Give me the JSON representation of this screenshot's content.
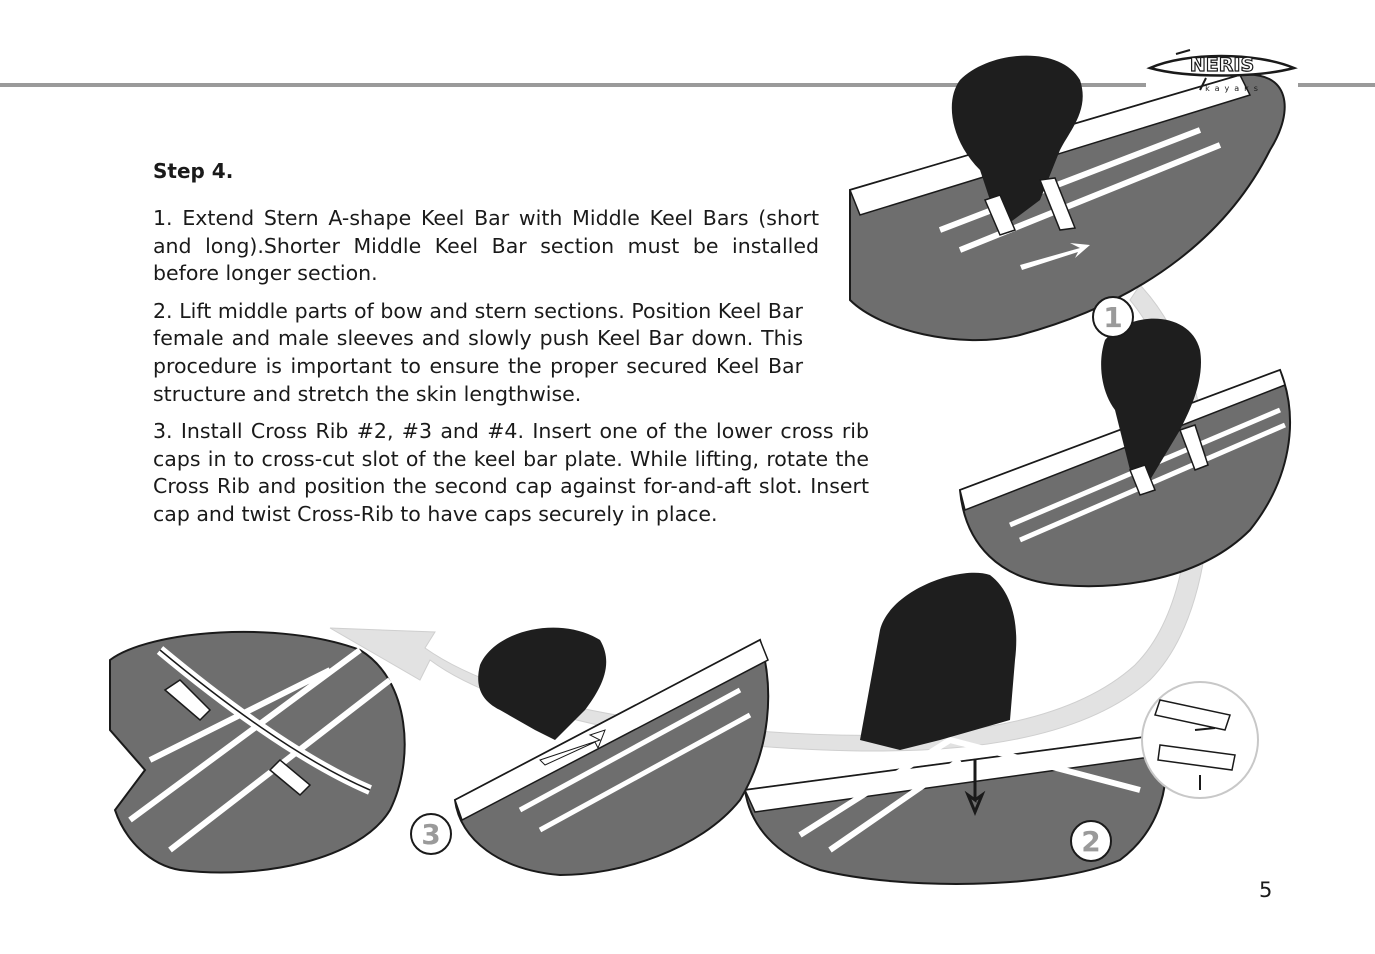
{
  "brand": {
    "name": "NERIS",
    "tagline": "kayaks"
  },
  "step": {
    "title": "Step 4.",
    "paragraphs": [
      "1. Extend Stern A-shape Keel Bar with Middle Keel Bars (short and long).Shorter Middle Keel Bar section must be installed before longer section.",
      "2. Lift middle parts of bow and stern sections. Position Keel Bar female and male sleeves and slowly push Keel Bar down. This procedure is important to ensure the proper secured Keel Bar structure and stretch the skin lengthwise.",
      "3. Install Cross Rib #2, #3 and #4. Insert one of the lower cross rib caps in to cross-cut slot of the keel bar plate.  While lifting, rotate the Cross Rib and position the second cap against for-and-aft slot.  Insert cap and twist Cross-Rib to have caps securely in place."
    ]
  },
  "illustration_labels": [
    "1",
    "2",
    "3"
  ],
  "page_number": "5",
  "colors": {
    "rule": "#9a9a9a",
    "hull": "#6e6e6e",
    "figure": "#1e1e1e",
    "arrow": "#e0e0e0"
  }
}
